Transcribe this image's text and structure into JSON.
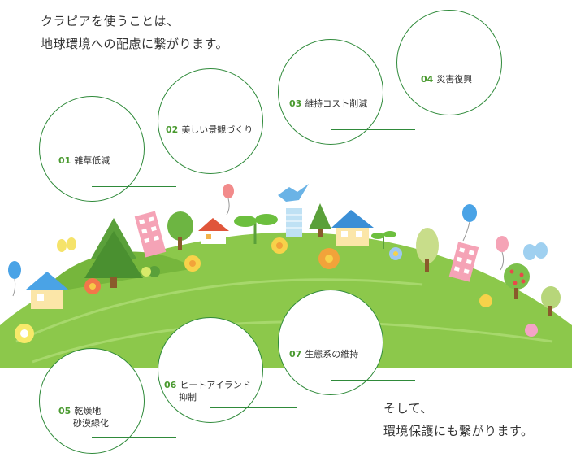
{
  "intro": {
    "line1": "クラピアを使うことは、",
    "line2": "地球環境への配慮に繋がります。"
  },
  "outro": {
    "line1": "そして、",
    "line2": "環境保護にも繋がります。"
  },
  "benefits": [
    {
      "num": "01",
      "label": "雑草低減",
      "icon": "weed-icon"
    },
    {
      "num": "02",
      "label": "美しい景観づくり",
      "icon": "flower-icon"
    },
    {
      "num": "03",
      "label": "維持コスト削減",
      "icon": "yen-down-icon"
    },
    {
      "num": "04",
      "label": "災害復興",
      "icon": "disaster-house-icon"
    },
    {
      "num": "05",
      "label": "乾燥地",
      "label2": "砂漠緑化",
      "icon": "sprout-icon"
    },
    {
      "num": "06",
      "label": "ヒートアイランド",
      "label2": "抑制",
      "icon": "tree-icon"
    },
    {
      "num": "07",
      "label": "生態系の維持",
      "icon": "pyramid-icon"
    }
  ],
  "colors": {
    "accent": "#2f8a3a",
    "number": "#4a9a30",
    "hill": "#8cc84b",
    "hill_dark": "#6fb13a"
  }
}
